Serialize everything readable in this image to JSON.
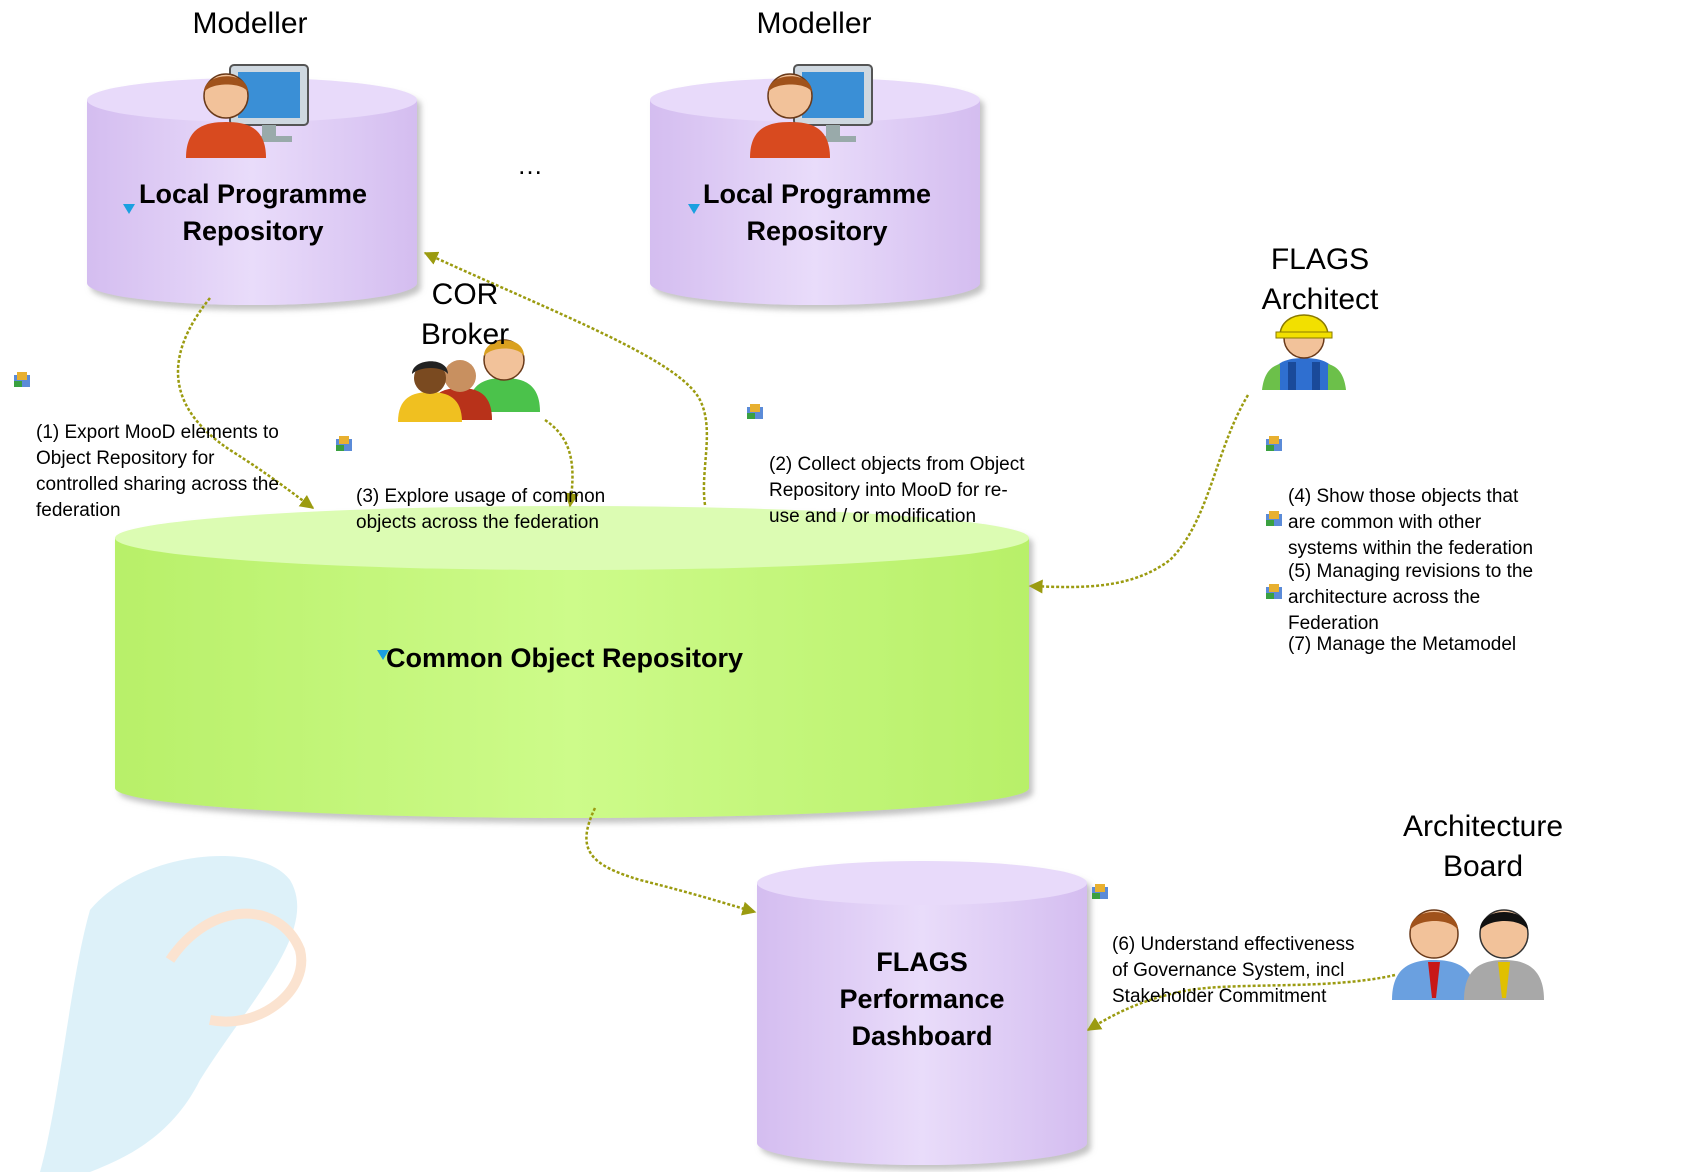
{
  "colors": {
    "repo_purple": "#ddc8f5",
    "cor_green": "#c3f779",
    "arrow": "#9b9b10",
    "marker_blue": "#1ba0e0"
  },
  "actors": {
    "modeller_left": "Modeller",
    "modeller_right": "Modeller",
    "cor_broker": "COR\nBroker",
    "flags_architect": "FLAGS\nArchitect",
    "architecture_board": "Architecture\nBoard"
  },
  "repositories": {
    "local_left": "Local Programme\nRepository",
    "local_right": "Local Programme\nRepository",
    "common": "Common Object Repository",
    "dashboard": "FLAGS\nPerformance\nDashboard"
  },
  "ellipsis": "…",
  "notes": {
    "n1": "(1) Export MooD elements to\nObject Repository for\ncontrolled sharing across the\nfederation",
    "n2": "(2) Collect objects from Object\nRepository into MooD for re-\nuse and / or modification",
    "n3": "(3) Explore usage of common\nobjects across the federation",
    "n4": "(4) Show those objects that\nare common with other\nsystems within the federation",
    "n5": "(5) Managing revisions to the\narchitecture across the\nFederation",
    "n7": "(7) Manage the Metamodel",
    "n6": "(6) Understand effectiveness\nof Governance System, incl\nStakeholder Commitment"
  },
  "icons": [
    "modeller-icon",
    "broker-icon",
    "architect-icon",
    "board-icon",
    "bullet-icon",
    "logo-watermark"
  ]
}
